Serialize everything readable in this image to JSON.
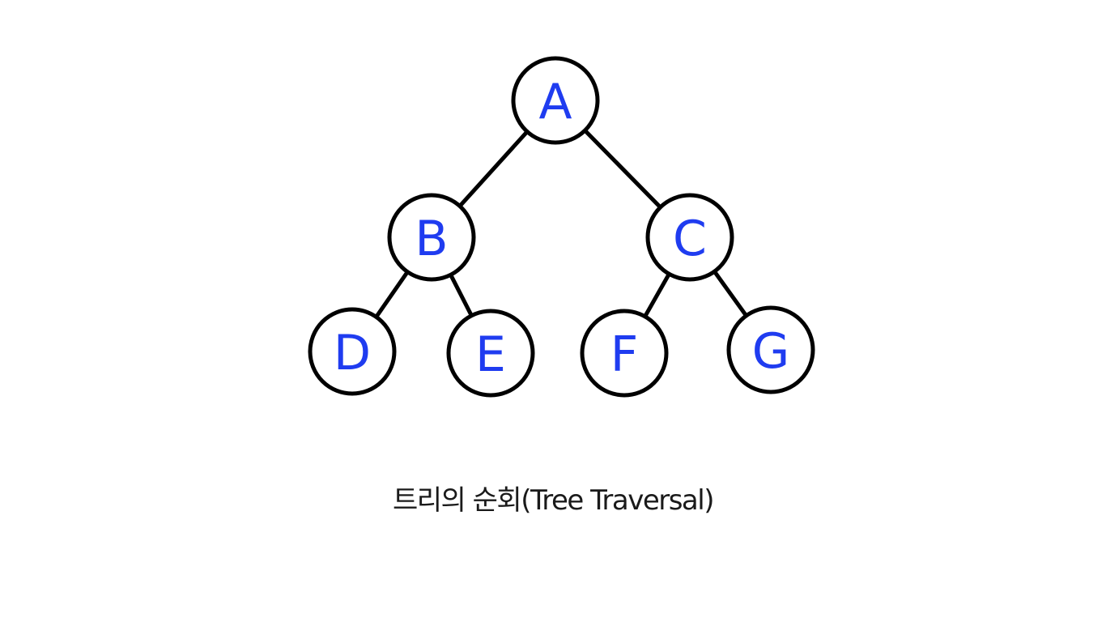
{
  "colors": {
    "node_label": "#1f3cf0",
    "node_border": "#000000",
    "edge": "#000000",
    "caption": "#1a1a1a"
  },
  "tree": {
    "nodes": [
      {
        "id": "A",
        "label": "A"
      },
      {
        "id": "B",
        "label": "B"
      },
      {
        "id": "C",
        "label": "C"
      },
      {
        "id": "D",
        "label": "D"
      },
      {
        "id": "E",
        "label": "E"
      },
      {
        "id": "F",
        "label": "F"
      },
      {
        "id": "G",
        "label": "G"
      }
    ],
    "edges": [
      {
        "from": "A",
        "to": "B"
      },
      {
        "from": "A",
        "to": "C"
      },
      {
        "from": "B",
        "to": "D"
      },
      {
        "from": "B",
        "to": "E"
      },
      {
        "from": "C",
        "to": "F"
      },
      {
        "from": "C",
        "to": "G"
      }
    ]
  },
  "caption": "트리의 순회(Tree Traversal)"
}
